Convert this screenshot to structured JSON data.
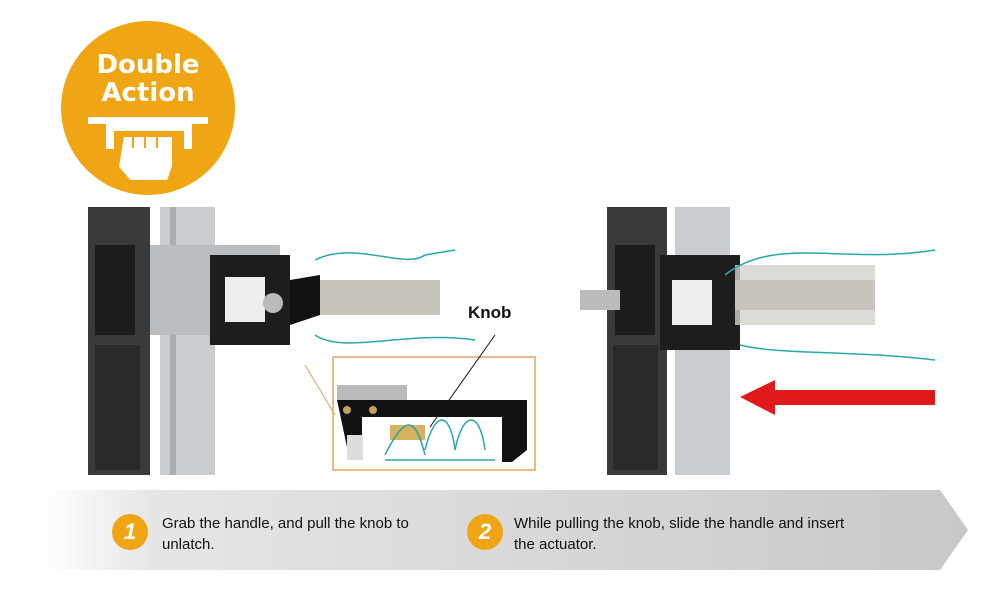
{
  "badge": {
    "line1": "Double",
    "line2": "Action",
    "icon": "hand-pulling-handle-icon"
  },
  "callout": {
    "label": "Knob"
  },
  "steps": [
    {
      "number": "1",
      "text_line1": "Grab the handle, and pull the knob to",
      "text_line2": "unlatch."
    },
    {
      "number": "2",
      "text_line1": "While pulling the knob, slide the handle and insert",
      "text_line2": "the actuator."
    }
  ],
  "colors": {
    "accent": "#f0a514",
    "arrow": "#e01a1a",
    "inset_border": "#e8a060",
    "hand_outline": "#2aa8a8"
  }
}
